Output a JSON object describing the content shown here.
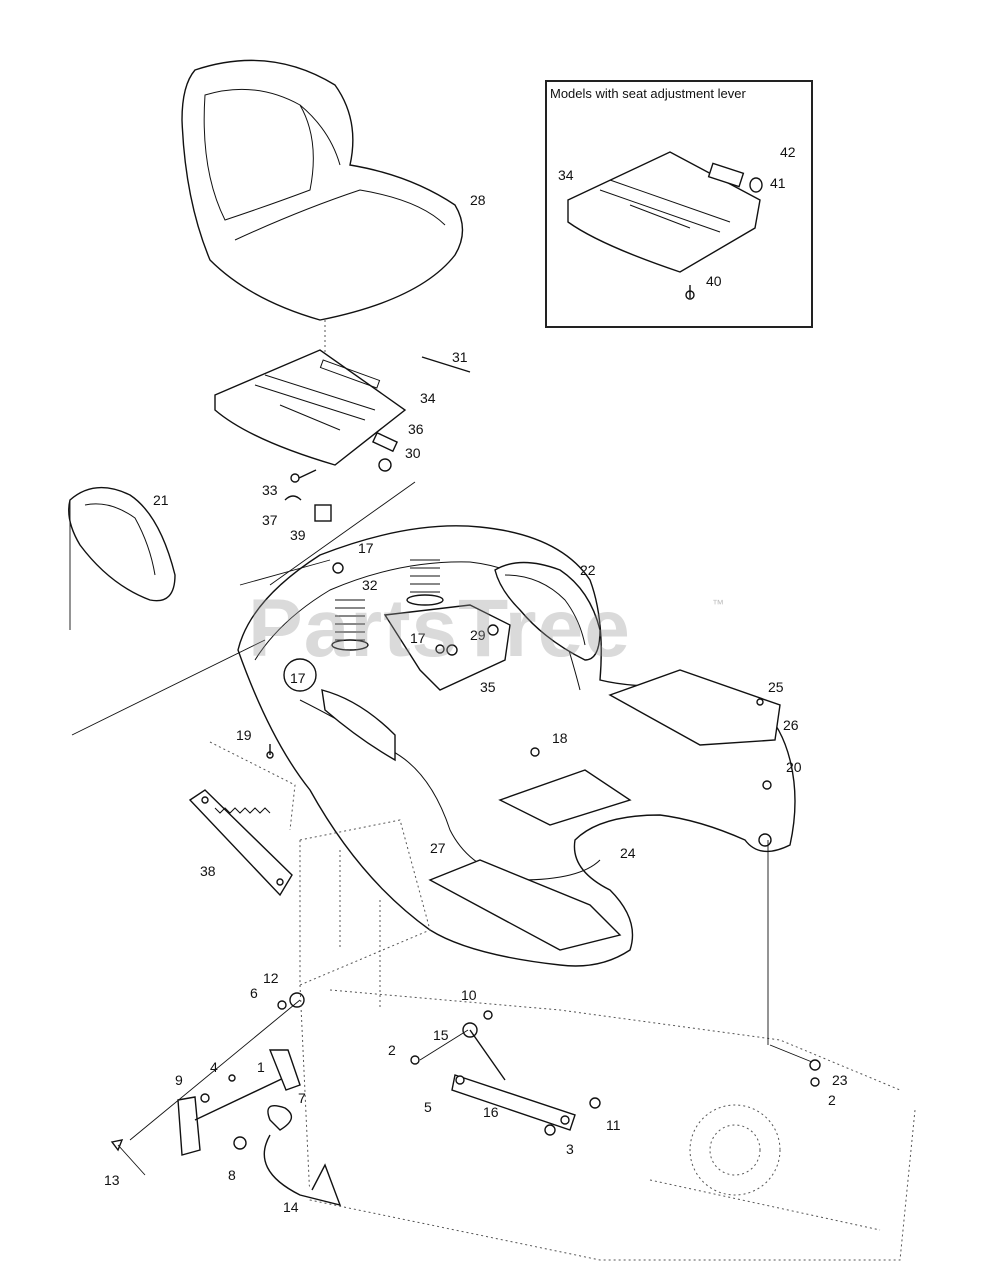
{
  "inset": {
    "title": "Models with seat adjustment lever"
  },
  "watermark": {
    "text": "PartsTree",
    "tm": "™"
  },
  "callouts": {
    "c28": "28",
    "c31": "31",
    "c34": "34",
    "c36": "36",
    "c30": "30",
    "c33": "33",
    "c37": "37",
    "c39": "39",
    "c21": "21",
    "c17a": "17",
    "c32": "32",
    "c22": "22",
    "c17b": "17",
    "c29": "29",
    "c35": "35",
    "c17c": "17",
    "c25": "25",
    "c26": "26",
    "c19": "19",
    "c18": "18",
    "c20": "20",
    "c38": "38",
    "c27": "27",
    "c24": "24",
    "c12": "12",
    "c6": "6",
    "c10": "10",
    "c15": "15",
    "c2a": "2",
    "c23": "23",
    "c4": "4",
    "c9": "9",
    "c1": "1",
    "c7": "7",
    "c5": "5",
    "c16": "16",
    "c2b": "2",
    "c11": "11",
    "c3": "3",
    "c8": "8",
    "c13": "13",
    "c14": "14",
    "c34i": "34",
    "c42": "42",
    "c41": "41",
    "c40": "40"
  }
}
